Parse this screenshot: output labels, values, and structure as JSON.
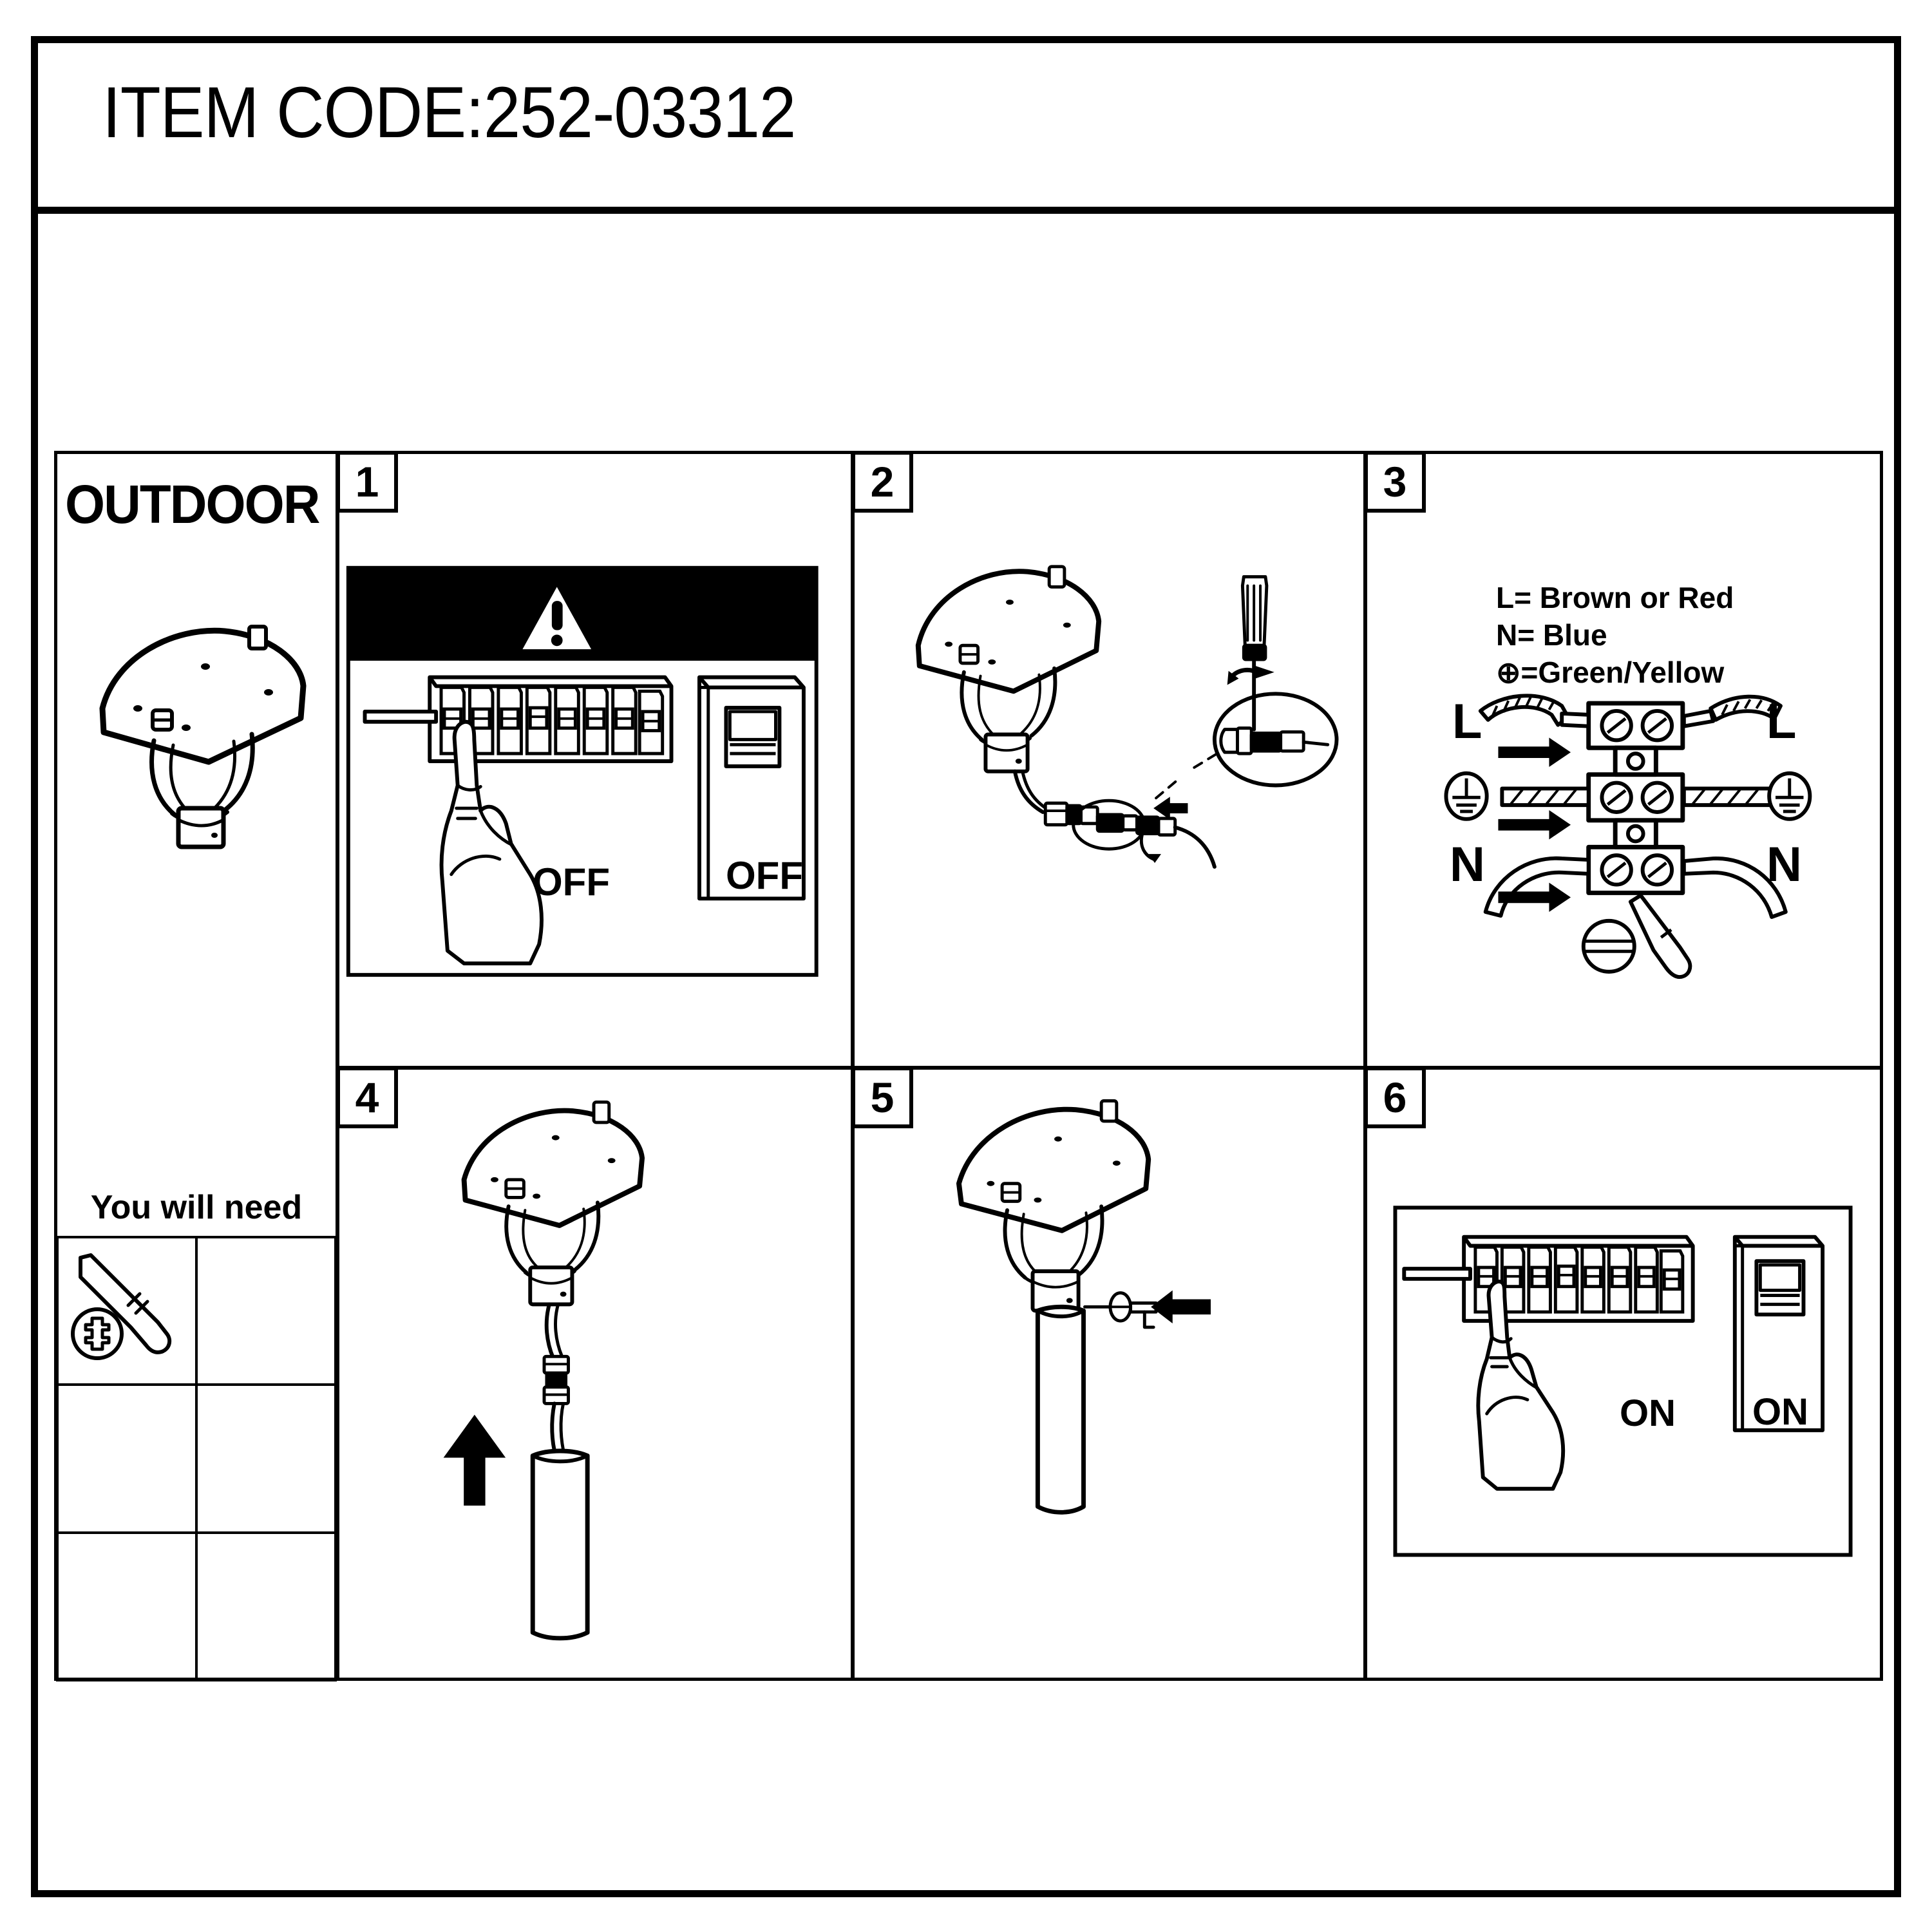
{
  "document": {
    "title": "ITEM CODE:252-03312",
    "item_code": "252-03312"
  },
  "left_panel": {
    "heading": "OUTDOOR",
    "product_icon": "outdoor-post-lantern-head",
    "tools_heading": "You will need",
    "tools": [
      {
        "slot": 1,
        "icon": "phillips-screwdriver",
        "label": ""
      },
      {
        "slot": 2,
        "icon": "",
        "label": ""
      },
      {
        "slot": 3,
        "icon": "",
        "label": ""
      },
      {
        "slot": 4,
        "icon": "",
        "label": ""
      },
      {
        "slot": 5,
        "icon": "",
        "label": ""
      },
      {
        "slot": 6,
        "icon": "",
        "label": ""
      }
    ]
  },
  "steps": [
    {
      "number": "1",
      "name": "switch-off-power",
      "warning_icon": "warning-triangle-icon",
      "labels": [
        "OFF",
        "OFF"
      ],
      "breaker_count": 8,
      "hand_icon": "pointing-hand-icon"
    },
    {
      "number": "2",
      "name": "loosen-cable-gland",
      "labels": [],
      "detail_icon": "magnified-detail-circle",
      "tool_icon": "screwdriver-icon"
    },
    {
      "number": "3",
      "name": "wire-terminal-block",
      "legend": [
        "L= Brown or Red",
        "N= Blue",
        "⊕=Green/Yellow"
      ],
      "terminal_labels_left": [
        "L",
        "⏚",
        "N"
      ],
      "terminal_labels_right": [
        "L",
        "⏚",
        "N"
      ],
      "tool_icon": "flat-screwdriver-icon",
      "screw_icon": "slotted-screw-icon"
    },
    {
      "number": "4",
      "name": "feed-cable-through-post",
      "labels": [],
      "arrow_icon": "up-arrow-icon"
    },
    {
      "number": "5",
      "name": "secure-grub-screw",
      "labels": [],
      "arrow_icon": "left-arrow-icon",
      "fastener_icon": "grub-screw-icon"
    },
    {
      "number": "6",
      "name": "switch-on-power",
      "labels": [
        "ON",
        "ON"
      ],
      "breaker_count": 8,
      "hand_icon": "pointing-hand-icon"
    }
  ],
  "colors": {
    "ink": "#000000",
    "paper": "#ffffff"
  }
}
